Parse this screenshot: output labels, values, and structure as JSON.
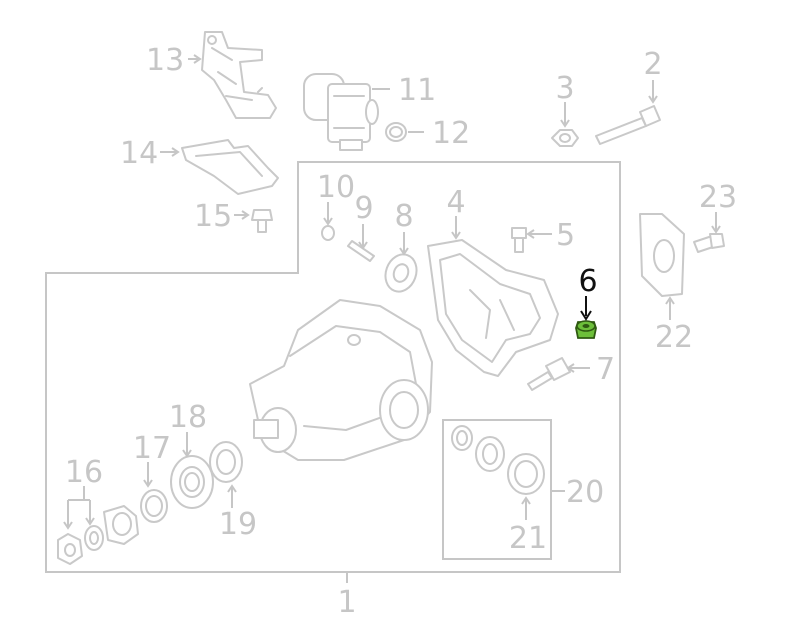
{
  "highlight_color": "#6dbf3a",
  "callouts": [
    {
      "id": "1",
      "label": "1",
      "highlighted": false
    },
    {
      "id": "2",
      "label": "2",
      "highlighted": false
    },
    {
      "id": "3",
      "label": "3",
      "highlighted": false
    },
    {
      "id": "4",
      "label": "4",
      "highlighted": false
    },
    {
      "id": "5",
      "label": "5",
      "highlighted": false
    },
    {
      "id": "6",
      "label": "6",
      "highlighted": true
    },
    {
      "id": "7",
      "label": "7",
      "highlighted": false
    },
    {
      "id": "8",
      "label": "8",
      "highlighted": false
    },
    {
      "id": "9",
      "label": "9",
      "highlighted": false
    },
    {
      "id": "10",
      "label": "10",
      "highlighted": false
    },
    {
      "id": "11",
      "label": "11",
      "highlighted": false
    },
    {
      "id": "12",
      "label": "12",
      "highlighted": false
    },
    {
      "id": "13",
      "label": "13",
      "highlighted": false
    },
    {
      "id": "14",
      "label": "14",
      "highlighted": false
    },
    {
      "id": "15",
      "label": "15",
      "highlighted": false
    },
    {
      "id": "16",
      "label": "16",
      "highlighted": false
    },
    {
      "id": "17",
      "label": "17",
      "highlighted": false
    },
    {
      "id": "18",
      "label": "18",
      "highlighted": false
    },
    {
      "id": "19",
      "label": "19",
      "highlighted": false
    },
    {
      "id": "20",
      "label": "20",
      "highlighted": false
    },
    {
      "id": "21",
      "label": "21",
      "highlighted": false
    },
    {
      "id": "22",
      "label": "22",
      "highlighted": false
    },
    {
      "id": "23",
      "label": "23",
      "highlighted": false
    }
  ]
}
